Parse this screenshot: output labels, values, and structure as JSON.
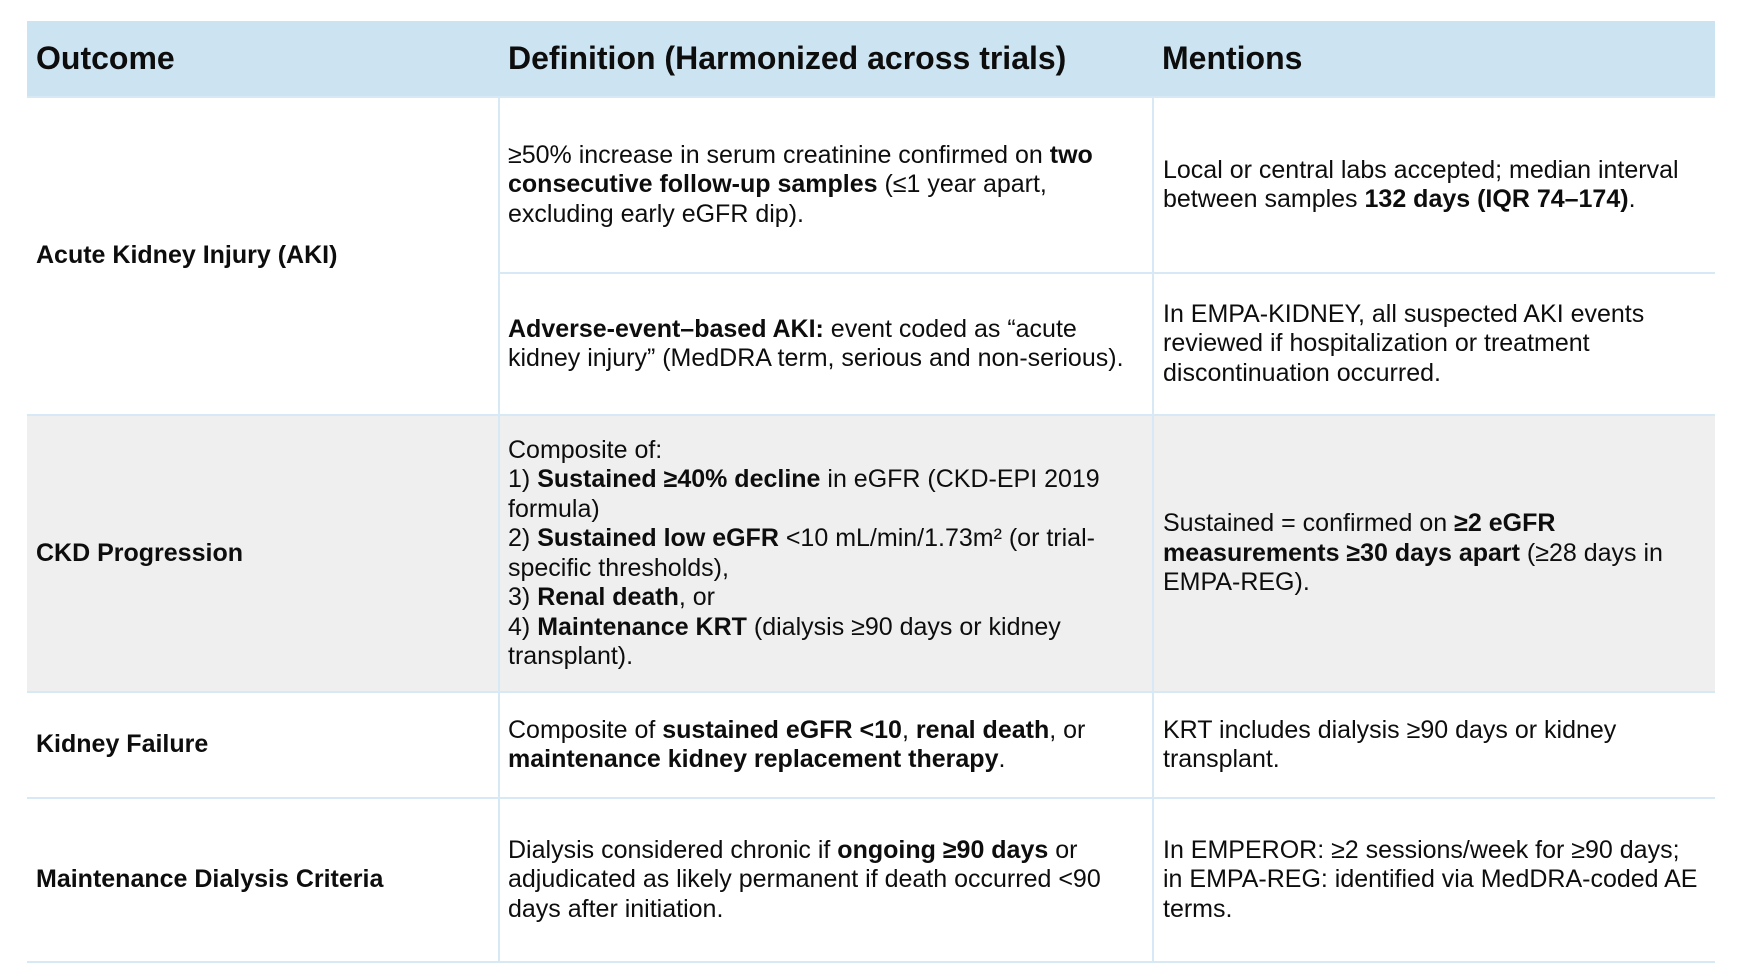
{
  "colors": {
    "header_bg": "#cce3f1",
    "row_shade_bg": "#efefef",
    "divider": "#d7e9f4",
    "text": "#0d0d0d",
    "page_bg": "#ffffff"
  },
  "table": {
    "columns": [
      {
        "key": "outcome",
        "label": "Outcome"
      },
      {
        "key": "definition",
        "label": "Definition (Harmonized across trials)"
      },
      {
        "key": "mentions",
        "label": "Mentions"
      }
    ],
    "rows": [
      {
        "outcome": "Acute Kidney Injury (AKI)",
        "shade": false,
        "subrows": [
          {
            "definition": [
              [
                {
                  "t": "≥50% increase in serum creatinine confirmed on "
                },
                {
                  "t": "two consecutive follow-up samples",
                  "b": true
                },
                {
                  "t": " (≤1 year apart, excluding early eGFR dip)."
                }
              ]
            ],
            "mentions": [
              [
                {
                  "t": "Local or central labs accepted; median interval between samples "
                },
                {
                  "t": "132 days (IQR 74–174)",
                  "b": true
                },
                {
                  "t": "."
                }
              ]
            ]
          },
          {
            "definition": [
              [
                {
                  "t": "Adverse-event–based AKI:",
                  "b": true
                },
                {
                  "t": " event coded as “acute kidney injury” (MedDRA term, serious and non-serious)."
                }
              ]
            ],
            "mentions": [
              [
                {
                  "t": "In EMPA-KIDNEY, all suspected AKI events reviewed if hospitalization or treatment discontinuation occurred."
                }
              ]
            ]
          }
        ]
      },
      {
        "outcome": "CKD Progression",
        "shade": true,
        "subrows": [
          {
            "definition": [
              [
                {
                  "t": "Composite of:"
                }
              ],
              [
                {
                  "t": "1) "
                },
                {
                  "t": "Sustained ≥40% decline",
                  "b": true
                },
                {
                  "t": " in eGFR (CKD-EPI 2019 formula)"
                }
              ],
              [
                {
                  "t": "2) "
                },
                {
                  "t": "Sustained low eGFR",
                  "b": true
                },
                {
                  "t": " <10 mL/min/1.73m² (or trial-specific thresholds),"
                }
              ],
              [
                {
                  "t": "3) "
                },
                {
                  "t": "Renal death",
                  "b": true
                },
                {
                  "t": ", or"
                }
              ],
              [
                {
                  "t": "4) "
                },
                {
                  "t": "Maintenance KRT",
                  "b": true
                },
                {
                  "t": " (dialysis ≥90 days or kidney transplant)."
                }
              ]
            ],
            "mentions": [
              [
                {
                  "t": "Sustained = confirmed on "
                },
                {
                  "t": "≥2 eGFR measurements ≥30 days apart",
                  "b": true
                },
                {
                  "t": " (≥28 days in EMPA-REG)."
                }
              ]
            ]
          }
        ]
      },
      {
        "outcome": "Kidney Failure",
        "shade": false,
        "subrows": [
          {
            "definition": [
              [
                {
                  "t": "Composite of "
                },
                {
                  "t": "sustained eGFR <10",
                  "b": true
                },
                {
                  "t": ", "
                },
                {
                  "t": "renal death",
                  "b": true
                },
                {
                  "t": ", or "
                },
                {
                  "t": "maintenance kidney replacement therapy",
                  "b": true
                },
                {
                  "t": "."
                }
              ]
            ],
            "mentions": [
              [
                {
                  "t": "KRT includes dialysis ≥90 days or kidney transplant."
                }
              ]
            ]
          }
        ]
      },
      {
        "outcome": "Maintenance Dialysis Criteria",
        "shade": false,
        "subrows": [
          {
            "definition": [
              [
                {
                  "t": "Dialysis considered chronic if "
                },
                {
                  "t": "ongoing ≥90 days",
                  "b": true
                },
                {
                  "t": " or adjudicated as likely permanent if death occurred <90 days after initiation."
                }
              ]
            ],
            "mentions": [
              [
                {
                  "t": "In EMPEROR: ≥2 sessions/week for ≥90 days; in EMPA-REG: identified via MedDRA-coded AE terms."
                }
              ]
            ]
          }
        ]
      }
    ]
  }
}
